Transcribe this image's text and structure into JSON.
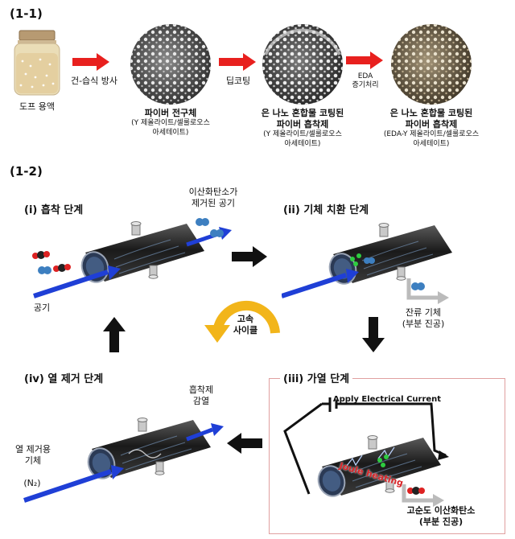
{
  "section_1_1": "(1-1)",
  "section_1_2": "(1-2)",
  "top": {
    "dope": "도프 용액",
    "spin": "건-습식 방사",
    "fiber_title": "파이버 전구체",
    "fiber_sub1": "(Y 제올라이트/셀룰로오스",
    "fiber_sub2": "아세테이트)",
    "dip": "딥코팅",
    "coated_title1": "은 나노 혼합물 코팅된",
    "coated_title2": "파이버 흡착제",
    "coated_sub1": "(Y 제올라이트/셀룰로오스",
    "coated_sub2": "아세테이트)",
    "eda1": "EDA",
    "eda2": "증기처리",
    "final_title1": "은 나노 혼합물 코팅된",
    "final_title2": "파이버 흡착제",
    "final_sub1": "(EDA-Y 제올라이트/셀룰로오스",
    "final_sub2": "아세테이트)"
  },
  "steps": {
    "i": "(i)  흡착 단계",
    "ii": "(ii)  기체 치환 단계",
    "iii": "(iii)   가열 단계",
    "iv": "(iv)  열 제거 단계"
  },
  "labels": {
    "co2_removed1": "이산화탄소가",
    "co2_removed2": "제거된 공기",
    "air": "공기",
    "residual1": "잔류 기체",
    "residual2": "(부분 진공)",
    "cycle1": "고속",
    "cycle2": "사이클",
    "apply_current": "Apply Electrical Current",
    "joule": "Joule heating",
    "purity1": "고순도 이산화탄소",
    "purity2": "(부분 진공)",
    "adsorbent1": "흡착제",
    "adsorbent2": "감열",
    "heat_gas1": "열 제거용",
    "heat_gas2": "기체",
    "n2": "(N₂)"
  },
  "colors": {
    "arrow_red": "#e8201e",
    "flow_blue": "#1f3fd6",
    "cycle_gold": "#f2b51a",
    "step_arrow": "#111111",
    "joule_red": "#d8262a"
  }
}
